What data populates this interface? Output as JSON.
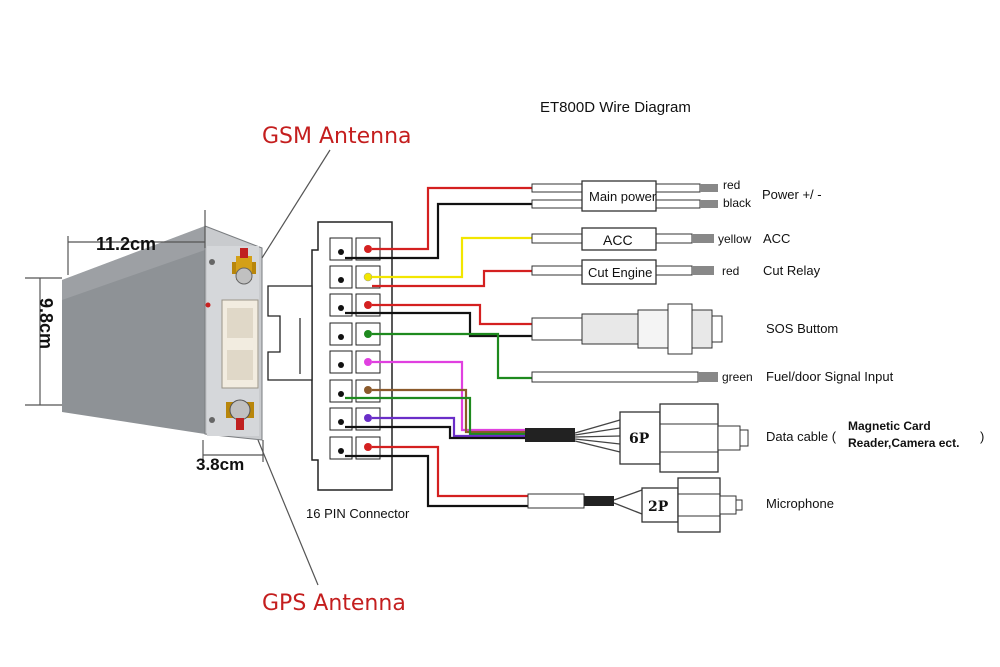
{
  "title": "ET800D Wire Diagram",
  "device": {
    "dim_width": "11.2cm",
    "dim_height": "9.8cm",
    "dim_depth": "3.8cm",
    "gsm_antenna": "GSM Antenna",
    "gps_antenna": "GPS Antenna"
  },
  "connector": {
    "label": "16 PIN Connector"
  },
  "harness": [
    {
      "box": "Main power",
      "wire1": "red",
      "wire2": "black",
      "function": "Power +/ -"
    },
    {
      "box": "ACC",
      "wire1": "yellow",
      "function": "ACC"
    },
    {
      "box": "Cut Engine",
      "wire1": "red",
      "function": "Cut Relay"
    },
    {
      "function": "SOS Buttom"
    },
    {
      "wire1": "green",
      "function": "Fuel/door Signal Input"
    },
    {
      "plug": "6P",
      "function": "Data cable (",
      "note_line1": "Magnetic Card",
      "note_line2": "Reader,Camera ect.",
      "close": ")"
    },
    {
      "plug": "2P",
      "function": "Microphone"
    }
  ],
  "colors": {
    "red": "#d42020",
    "black": "#111111",
    "yellow": "#f2e600",
    "green": "#1e8a1e",
    "magenta": "#e040e0",
    "brown": "#8b5a2b",
    "purple": "#6a2ec8",
    "label_red": "#c41e1e"
  }
}
